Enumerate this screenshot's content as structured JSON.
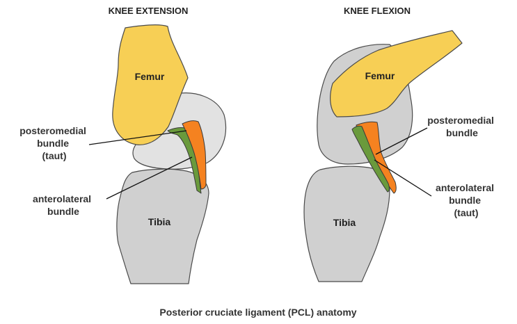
{
  "panels": {
    "extension": {
      "title": "KNEE EXTENSION",
      "femur_label": "Femur",
      "tibia_label": "Tibia",
      "posteromedial_label": [
        "posteromedial",
        "bundle",
        "(taut)"
      ],
      "anterolateral_label": [
        "anterolateral",
        "bundle"
      ]
    },
    "flexion": {
      "title": "KNEE FLEXION",
      "femur_label": "Femur",
      "tibia_label": "Tibia",
      "posteromedial_label": [
        "posteromedial",
        "bundle"
      ],
      "anterolateral_label": [
        "anterolateral",
        "bundle",
        "(taut)"
      ]
    }
  },
  "caption": "Posterior cruciate ligament (PCL) anatomy",
  "colors": {
    "femur": "#f7cf55",
    "tibia": "#d0d0d0",
    "condyle": "#e2e2e2",
    "posteromedial_bundle": "#f58220",
    "anterolateral_bundle": "#6a9a3c"
  }
}
